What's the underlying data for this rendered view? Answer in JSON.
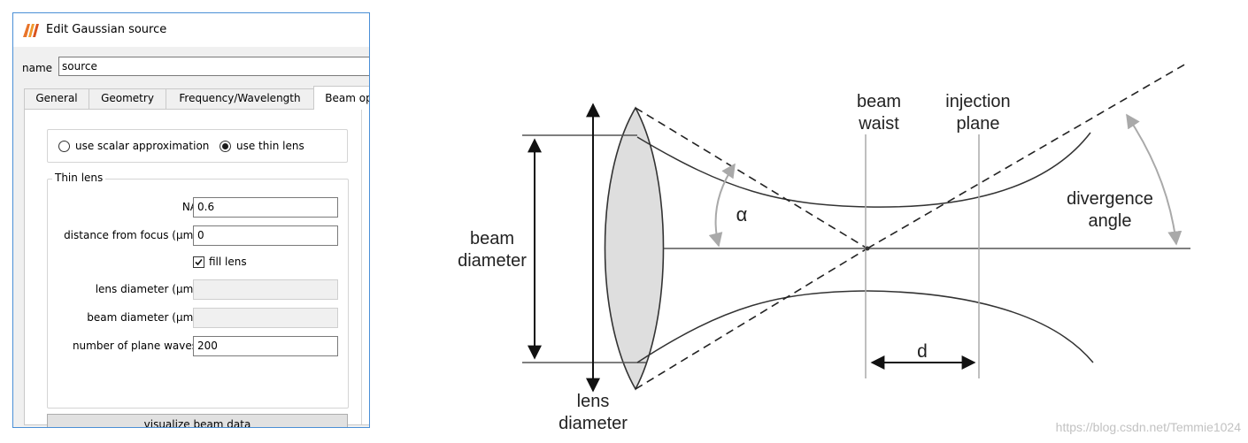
{
  "window": {
    "title": "Edit Gaussian source"
  },
  "name_field": {
    "label": "name",
    "value": "source"
  },
  "tabs": [
    {
      "label": "General",
      "active": false
    },
    {
      "label": "Geometry",
      "active": false
    },
    {
      "label": "Frequency/Wavelength",
      "active": false
    },
    {
      "label": "Beam op",
      "active": true
    }
  ],
  "beam_options": {
    "radio_scalar": "use scalar approximation",
    "radio_thin_lens": "use thin lens",
    "selected": "use thin lens",
    "group_title": "Thin lens",
    "fields": {
      "na": {
        "label": "NA",
        "value": "0.6"
      },
      "distance": {
        "label": "distance from focus (μm)",
        "value": "0"
      },
      "lens_diameter": {
        "label": "lens diameter (μm)",
        "value": ""
      },
      "beam_diameter": {
        "label": "beam diameter (μm)",
        "value": ""
      },
      "plane_waves": {
        "label": "number of plane waves",
        "value": "200"
      }
    },
    "fill_lens": {
      "label": "fill lens",
      "checked": true
    },
    "visualize_button": "visualize beam data"
  },
  "diagram": {
    "beam_waist_1": "beam",
    "beam_waist_2": "waist",
    "injection_1": "injection",
    "injection_2": "plane",
    "divergence_1": "divergence",
    "divergence_2": "angle",
    "beam_diameter_1": "beam",
    "beam_diameter_2": "diameter",
    "lens_diameter_1": "lens",
    "lens_diameter_2": "diameter",
    "alpha": "α",
    "d": "d"
  },
  "watermark": "https://blog.csdn.net/Temmie1024",
  "colors": {
    "dialog_border": "#4a8fd6",
    "lens_fill": "#dedede",
    "arc_arrow": "#a9a9a9"
  }
}
